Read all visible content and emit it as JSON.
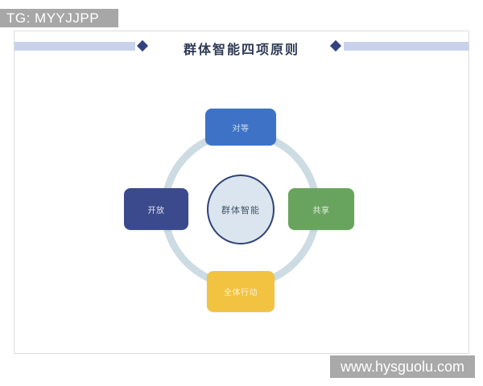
{
  "watermarks": {
    "tg_banner": "TG: MYYJJPP",
    "site_banner": "www.hysguolu.com",
    "banner_color": "#a9a9a9"
  },
  "header": {
    "title": "群体智能四项原则",
    "bar_color": "#c8d3eb",
    "diamond_color": "#33427f"
  },
  "diagram": {
    "ring_color": "#ccdce2",
    "center": {
      "label": "群体智能",
      "fill": "#dbe5ef",
      "border": "#2e4277"
    },
    "nodes": [
      {
        "position": "top",
        "label": "对等",
        "color": "#3e72c7"
      },
      {
        "position": "left",
        "label": "开放",
        "color": "#3b4a8c"
      },
      {
        "position": "right",
        "label": "共享",
        "color": "#69a45e"
      },
      {
        "position": "bottom",
        "label": "全体行动",
        "color": "#f2c341"
      }
    ]
  }
}
